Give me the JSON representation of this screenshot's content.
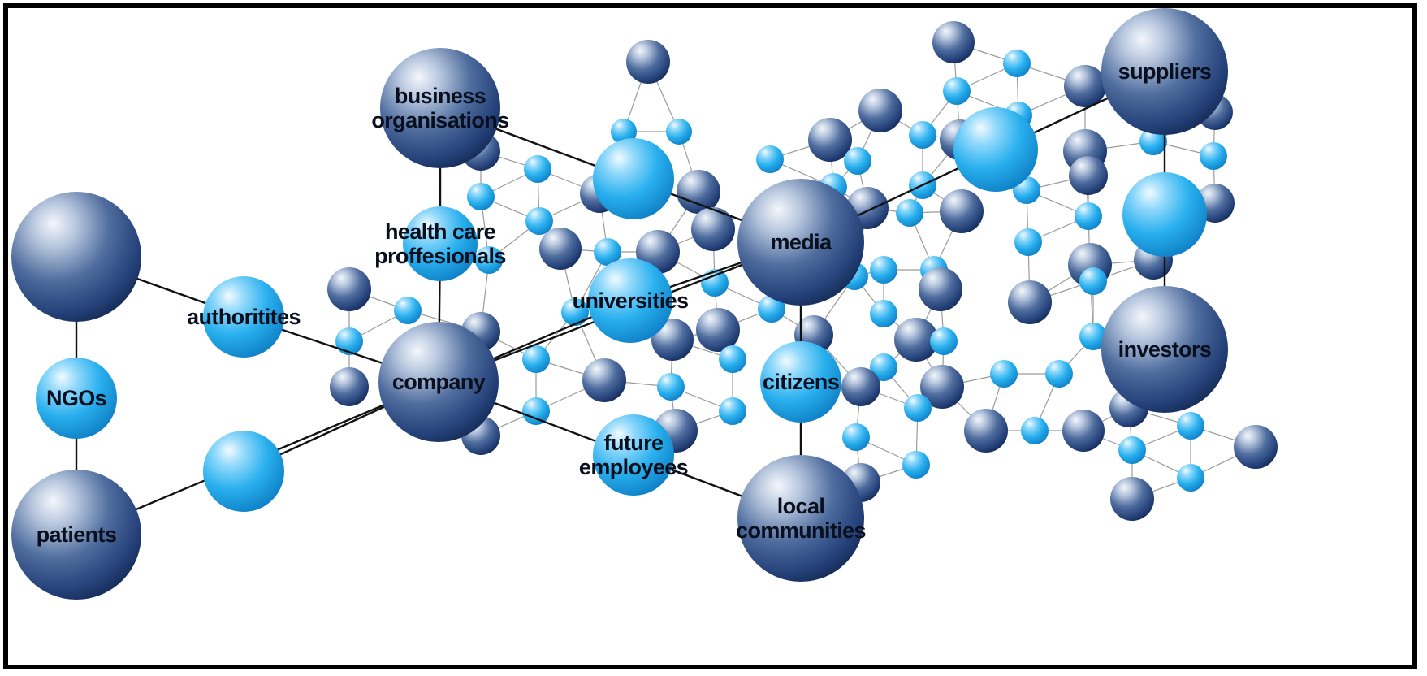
{
  "diagram": {
    "title": "",
    "stakeholders": [
      {
        "id": "business-organisations",
        "lines": [
          "business",
          "organisations"
        ],
        "style": "dark"
      },
      {
        "id": "health-care-proffesionals",
        "lines": [
          "health care",
          "proffesionals"
        ],
        "style": "light"
      },
      {
        "id": "authoritites",
        "lines": [
          "authoritites"
        ],
        "style": "light"
      },
      {
        "id": "ngos",
        "lines": [
          "NGOs"
        ],
        "style": "light"
      },
      {
        "id": "patients",
        "lines": [
          "patients"
        ],
        "style": "dark"
      },
      {
        "id": "company",
        "lines": [
          "company"
        ],
        "style": "dark"
      },
      {
        "id": "universities",
        "lines": [
          "universities"
        ],
        "style": "light"
      },
      {
        "id": "future-employees",
        "lines": [
          "future",
          "employees"
        ],
        "style": "light"
      },
      {
        "id": "media",
        "lines": [
          "media"
        ],
        "style": "dark"
      },
      {
        "id": "citizens",
        "lines": [
          "citizens"
        ],
        "style": "light"
      },
      {
        "id": "local-communities",
        "lines": [
          "local",
          "communities"
        ],
        "style": "dark"
      },
      {
        "id": "suppliers",
        "lines": [
          "suppliers"
        ],
        "style": "dark"
      },
      {
        "id": "investors",
        "lines": [
          "investors"
        ],
        "style": "dark"
      }
    ],
    "colors": {
      "dark_ball": "#2f4f86",
      "light_ball": "#1ea7e8",
      "primary_link": "#111111",
      "secondary_link": "#9a9a9a",
      "label": "#0a0f1e"
    }
  }
}
